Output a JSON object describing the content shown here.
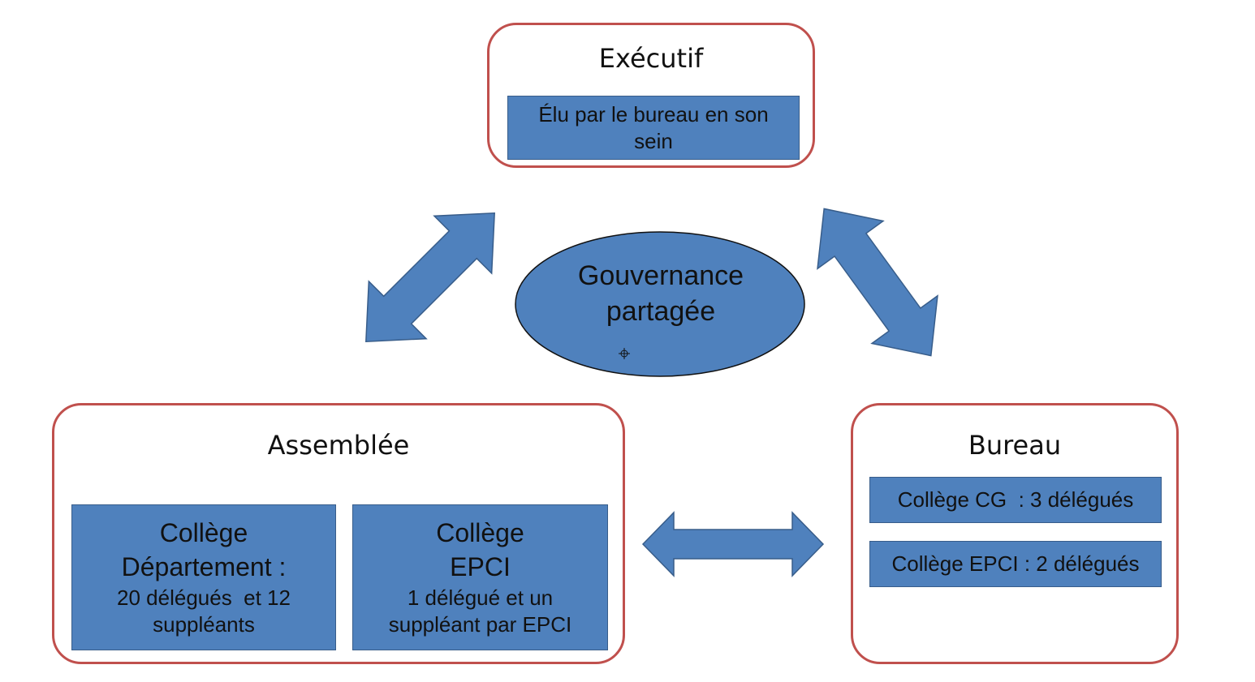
{
  "executive": {
    "title": "Exécutif",
    "box_text": "Élu par le bureau en son sein"
  },
  "center": {
    "line1": "Gouvernance",
    "line2": "partagée"
  },
  "assembly": {
    "title": "Assemblée",
    "college_departement": {
      "line1": "Collège",
      "line2": "Département :",
      "detail1": "20 délégués  et 12",
      "detail2": "suppléants"
    },
    "college_epci": {
      "line1": "Collège",
      "line2": "EPCI",
      "detail1": "1 délégué et un",
      "detail2": "suppléant par EPCI"
    }
  },
  "bureau": {
    "title": "Bureau",
    "college_cg": "Collège CG  : 3 délégués",
    "college_epci": "Collège EPCI : 2 délégués"
  },
  "colors": {
    "frame_border": "#c0504d",
    "shape_fill": "#4f81bd",
    "shape_border": "#385d8a"
  }
}
